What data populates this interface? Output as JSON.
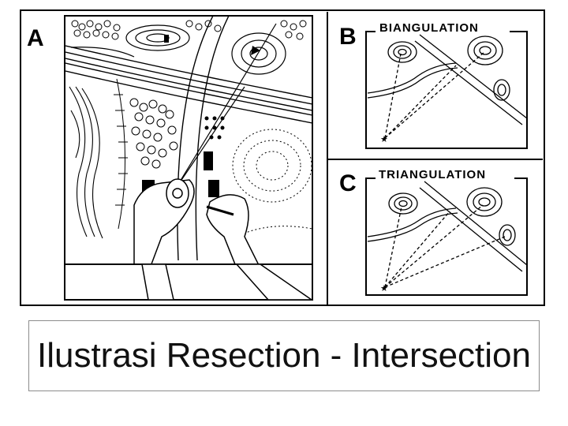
{
  "figure": {
    "panel_a": {
      "letter": "A"
    },
    "panel_b": {
      "letter": "B",
      "title": "BIANGULATION"
    },
    "panel_c": {
      "letter": "C",
      "title": "TRIANGULATION"
    }
  },
  "caption": "Ilustrasi Resection - Intersection",
  "colors": {
    "ink": "#000000",
    "paper": "#ffffff",
    "caption_border": "#8c8c8c"
  }
}
